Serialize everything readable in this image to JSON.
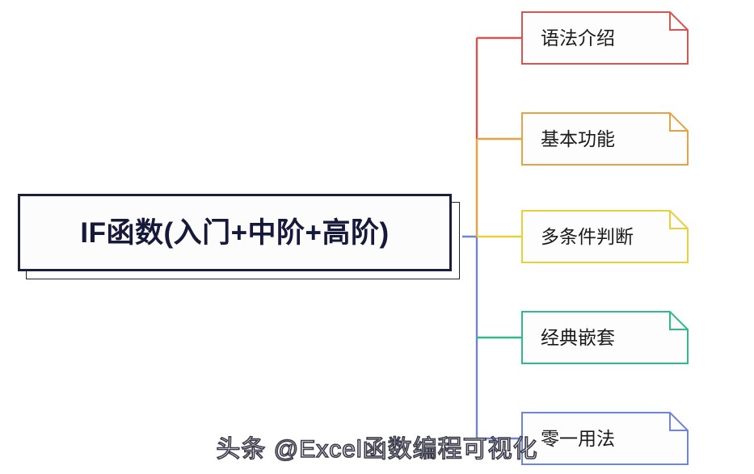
{
  "diagram": {
    "type": "mind-map",
    "background_color": "#ffffff",
    "root": {
      "label": "IF函数(入门+中阶+高阶)",
      "border_color": "#1b1f3b",
      "text_color": "#16193a",
      "shape": "double-rectangle"
    },
    "branches": [
      {
        "label": "语法介绍",
        "color": "#d9534f",
        "shape": "folded-corner-note"
      },
      {
        "label": "基本功能",
        "color": "#e8a244",
        "shape": "folded-corner-note"
      },
      {
        "label": "多条件判断",
        "color": "#e8cf3c",
        "shape": "folded-corner-note"
      },
      {
        "label": "经典嵌套",
        "color": "#2dba8c",
        "shape": "folded-corner-note"
      },
      {
        "label": "零一用法",
        "color": "#6f84d4",
        "shape": "folded-corner-note"
      }
    ],
    "connector_spine_color": "#6f84d4"
  },
  "watermark": {
    "text": "头条 @Excel函数编程可视化"
  }
}
